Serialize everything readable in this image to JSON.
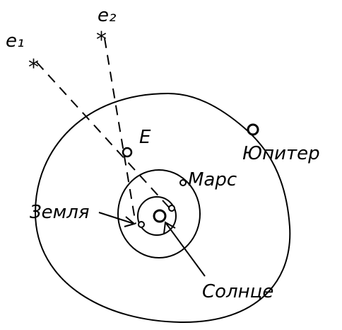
{
  "diagram": {
    "labels": {
      "e1": "e₁",
      "e2": "e₂",
      "E": "E",
      "jupiter": "Юпитер",
      "mars": "Марс",
      "earth": "Земля",
      "sun": "Солнце"
    },
    "star_symbol": "*",
    "ink_color": "#000000",
    "background": "#ffffff"
  }
}
